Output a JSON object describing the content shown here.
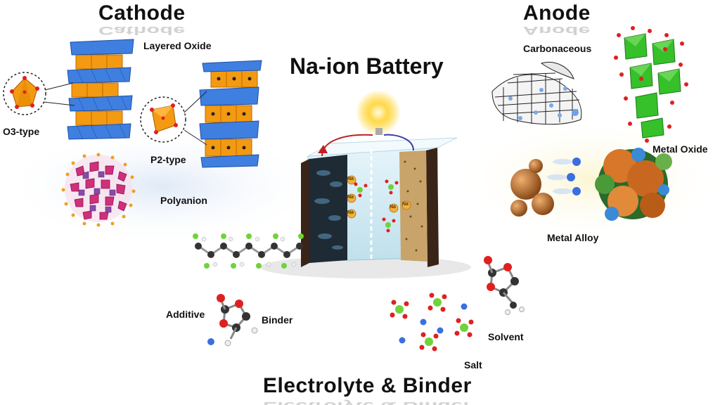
{
  "title": "Na-ion Battery",
  "sections": {
    "cathode": {
      "heading": "Cathode",
      "labels": [
        "Layered Oxide",
        "O3-type",
        "P2-type",
        "Polyanion"
      ]
    },
    "anode": {
      "heading": "Anode",
      "labels": [
        "Carbonaceous",
        "Metal Oxide",
        "Metal Alloy"
      ]
    },
    "electrolyte_binder": {
      "heading": "Electrolyte & Binder",
      "labels": [
        "Additive",
        "Binder",
        "Solvent",
        "Salt"
      ]
    }
  },
  "ion_labels": [
    "Na",
    "Na",
    "Na",
    "Na",
    "Na"
  ],
  "colors": {
    "octahedron_blue": "#3f7fe0",
    "octahedron_orange": "#f39a12",
    "polyanion_magenta": "#d0307a",
    "carbon_dark": "#222222",
    "metal_oxide_green": "#36c02a",
    "oxygen_red": "#e02020",
    "fluorine_green": "#6fd33a",
    "alloy_orange": "#c8702a",
    "sodium_blue": "#3a6fe0"
  }
}
